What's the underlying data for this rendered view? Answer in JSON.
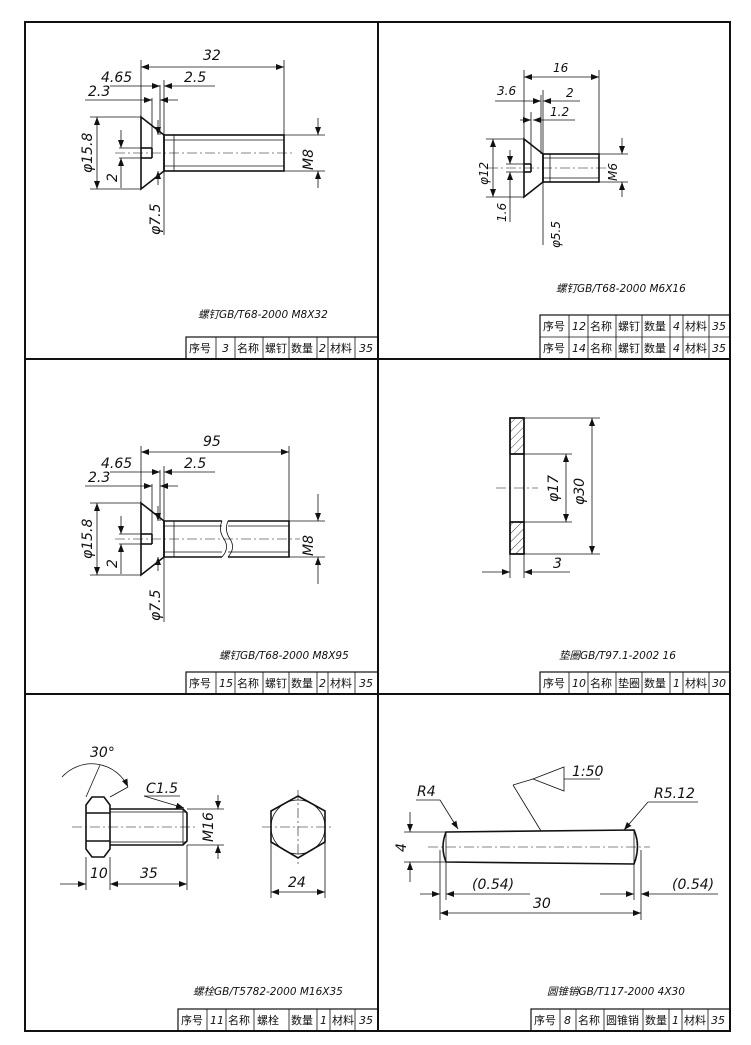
{
  "panels": [
    {
      "caption": "螺钉GB/T68-2000 M8X32",
      "rows": [
        {
          "num": "3",
          "name": "螺钉",
          "qty": "2",
          "mat": "35"
        }
      ],
      "dims": {
        "length": "32",
        "a": "4.65",
        "b": "2.5",
        "c": "2.3",
        "head_dia": "φ15.8",
        "slot": "2",
        "thread": "M8",
        "neck": "φ7.5"
      }
    },
    {
      "caption": "螺钉GB/T68-2000 M6X16",
      "rows": [
        {
          "num": "12",
          "name": "螺钉",
          "qty": "4",
          "mat": "35"
        },
        {
          "num": "14",
          "name": "螺钉",
          "qty": "4",
          "mat": "35"
        }
      ],
      "dims": {
        "length": "16",
        "a": "3.6",
        "b": "2",
        "c": "1.2",
        "head_dia": "φ12",
        "slot": "1.6",
        "thread": "M6",
        "neck": "φ5.5"
      }
    },
    {
      "caption": "螺钉GB/T68-2000 M8X95",
      "rows": [
        {
          "num": "15",
          "name": "螺钉",
          "qty": "2",
          "mat": "35"
        }
      ],
      "dims": {
        "length": "95",
        "a": "4.65",
        "b": "2.5",
        "c": "2.3",
        "head_dia": "φ15.8",
        "slot": "2",
        "thread": "M8",
        "neck": "φ7.5"
      }
    },
    {
      "caption": "垫圈GB/T97.1-2002 16",
      "rows": [
        {
          "num": "10",
          "name": "垫圈",
          "qty": "1",
          "mat": "30"
        }
      ],
      "dims": {
        "inner": "φ17",
        "outer": "φ30",
        "thick": "3"
      }
    },
    {
      "caption": "螺栓GB/T5782-2000 M16X35",
      "rows": [
        {
          "num": "11",
          "name": "螺栓",
          "qty": "1",
          "mat": "35"
        }
      ],
      "dims": {
        "angle": "30°",
        "chamfer": "C1.5",
        "thread": "M16",
        "head": "10",
        "length": "35",
        "across": "24"
      }
    },
    {
      "caption": "圆锥销GB/T117-2000 4X30",
      "rows": [
        {
          "num": "8",
          "name": "圆锥销",
          "qty": "1",
          "mat": "35"
        }
      ],
      "dims": {
        "taper": "1:50",
        "r1": "R4",
        "r2": "R5.12",
        "dia": "4",
        "left": "(0.54)",
        "right": "(0.54)",
        "length": "30"
      }
    }
  ],
  "labels": {
    "seq": "序号",
    "name": "名称",
    "qty": "数量",
    "mat": "材料"
  }
}
